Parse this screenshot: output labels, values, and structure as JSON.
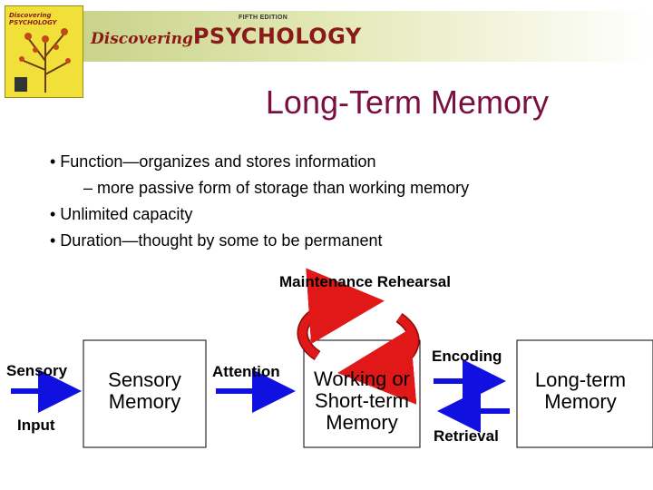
{
  "header": {
    "edition": "FIFTH EDITION",
    "title_prefix": "Discovering",
    "title_main": "PSYCHOLOGY",
    "cover_text": "Discovering PSYCHOLOGY"
  },
  "slide": {
    "title": "Long-Term Memory",
    "bullets": [
      "• Function—organizes and stores information",
      "– more passive form of storage than working memory",
      "• Unlimited capacity",
      "• Duration—thought by some to be permanent"
    ]
  },
  "diagram": {
    "maintenance_label": "Maintenance Rehearsal",
    "sensory_label": "Sensory",
    "input_label": "Input",
    "sensory_memory": [
      "Sensory",
      "Memory"
    ],
    "attention_label": "Attention",
    "working_memory": [
      "Working or",
      "Short-term",
      "Memory"
    ],
    "encoding_label": "Encoding",
    "retrieval_label": "Retrieval",
    "long_term_memory": [
      "Long-term",
      "Memory"
    ],
    "colors": {
      "arrow_blue": "#1010e0",
      "rehearsal_red": "#e01818",
      "title_color": "#7a1040"
    }
  }
}
